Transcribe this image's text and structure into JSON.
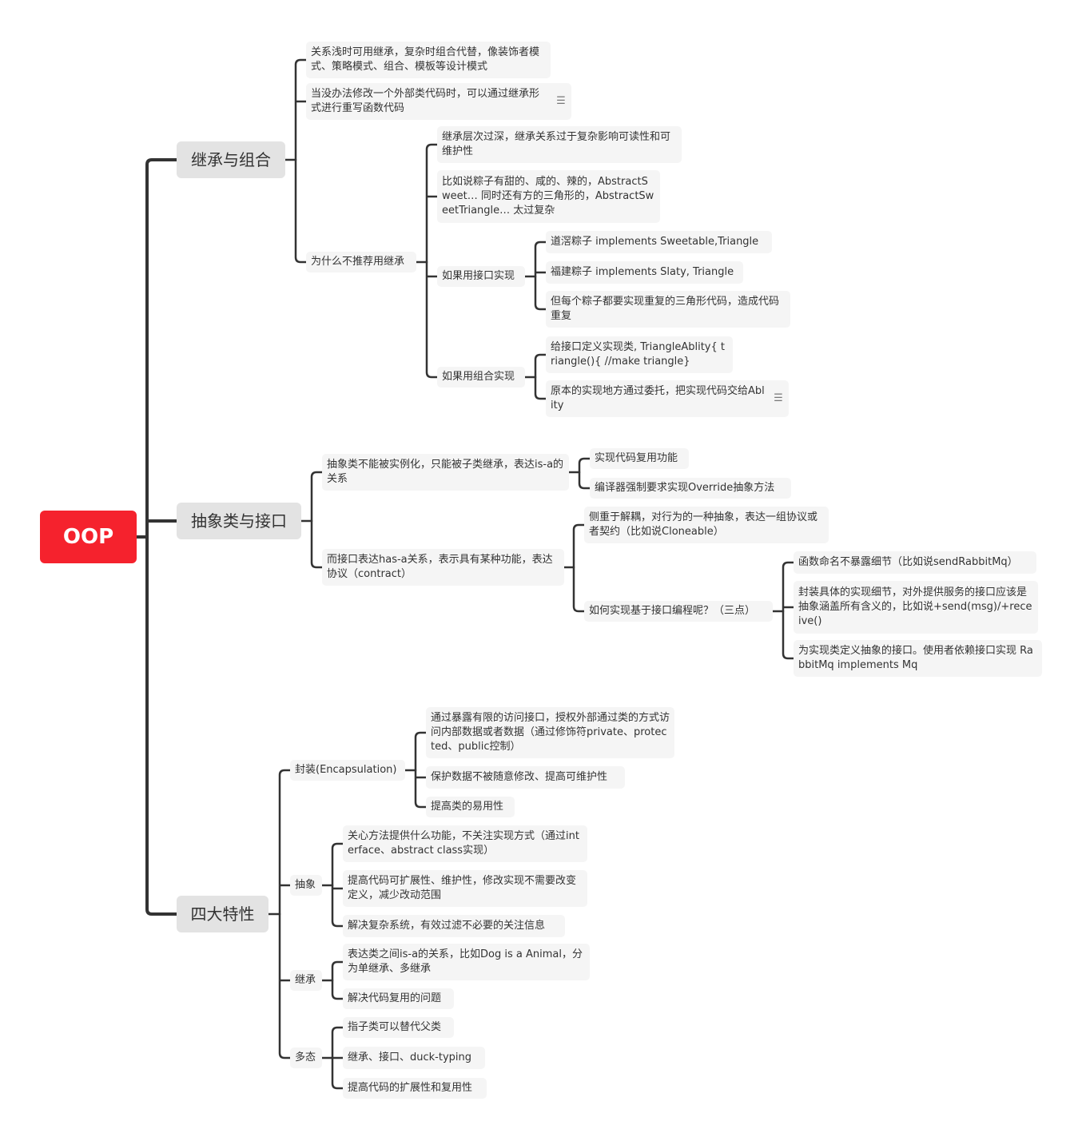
{
  "root": "OOP",
  "branches": {
    "b1": {
      "title": "继承与组合",
      "n1": "关系浅时可用继承，复杂时组合代替，像装饰者模式、策略模式、组合、模板等设计模式",
      "n2": "当没办法修改一个外部类代码时，可以通过继承形式进行重写函数代码",
      "n3": "为什么不推荐用继承",
      "n3_1": "继承层次过深，继承关系过于复杂影响可读性和可维护性",
      "n3_2": "比如说粽子有甜的、咸的、辣的，AbstractSweet… 同时还有方的三角形的，AbstractSweetTriangle… 太过复杂",
      "n3_3": "如果用接口实现",
      "n3_3_1": "道滘粽子 implements Sweetable,Triangle",
      "n3_3_2": "福建粽子 implements Slaty, Triangle",
      "n3_3_3": "但每个粽子都要实现重复的三角形代码，造成代码重复",
      "n3_4": "如果用组合实现",
      "n3_4_1": "给接口定义实现类, TriangleAblity{ triangle(){ //make triangle}",
      "n3_4_2": "原本的实现地方通过委托，把实现代码交给Ablity"
    },
    "b2": {
      "title": "抽象类与接口",
      "n1": "抽象类不能被实例化，只能被子类继承，表达is-a的关系",
      "n1_1": "实现代码复用功能",
      "n1_2": "编译器强制要求实现Override抽象方法",
      "n2": "而接口表达has-a关系，表示具有某种功能，表达协议（contract）",
      "n2_1": "侧重于解耦，对行为的一种抽象，表达一组协议或者契约（比如说Cloneable）",
      "n2_2": "如何实现基于接口编程呢？（三点）",
      "n2_2_1": "函数命名不暴露细节（比如说sendRabbitMq）",
      "n2_2_2": "封装具体的实现细节，对外提供服务的接口应该是抽象涵盖所有含义的，比如说+send(msg)/+receive()",
      "n2_2_3": "为实现类定义抽象的接口。使用者依赖接口实现 RabbitMq implements Mq"
    },
    "b3": {
      "title": "四大特性",
      "enc": "封装(Encapsulation)",
      "enc_1": "通过暴露有限的访问接口，授权外部通过类的方式访问内部数据或者数据（通过修饰符private、protected、public控制）",
      "enc_2": "保护数据不被随意修改、提高可维护性",
      "enc_3": "提高类的易用性",
      "abs": "抽象",
      "abs_1": "关心方法提供什么功能，不关注实现方式（通过interface、abstract class实现）",
      "abs_2": "提高代码可扩展性、维护性，修改实现不需要改变定义，减少改动范围",
      "abs_3": "解决复杂系统，有效过滤不必要的关注信息",
      "inh": "继承",
      "inh_1": "表达类之间is-a的关系，比如Dog is a Animal，分为单继承、多继承",
      "inh_2": "解决代码复用的问题",
      "poly": "多态",
      "poly_1": "指子类可以替代父类",
      "poly_2": "继承、接口、duck-typing",
      "poly_3": "提高代码的扩展性和复用性"
    }
  },
  "note_icon": "note-icon",
  "colors": {
    "root": "#f5222d",
    "line": "#333333",
    "node_bg": "#f5f5f5",
    "main_bg": "#e3e3e3"
  }
}
